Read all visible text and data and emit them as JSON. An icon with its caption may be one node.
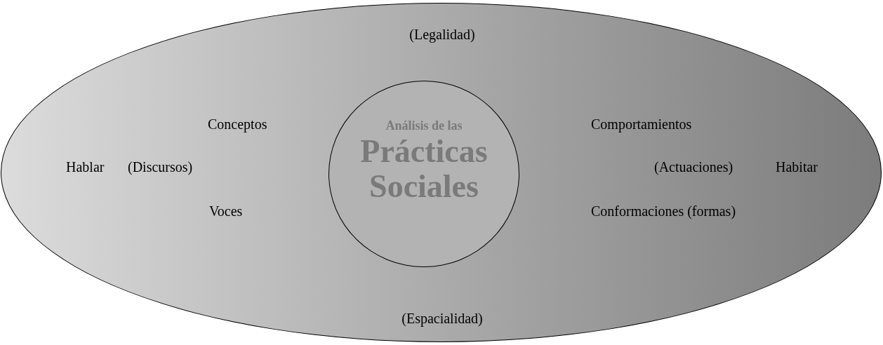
{
  "diagram": {
    "nodes": [
      {
        "text": [
          "(Legalidad)",
          "Conceptos",
          "Hablar",
          "(Discursos)",
          "Voces",
          "Comportamientos",
          "(Actuaciones)",
          "Habitar",
          "Conformaciones (formas)",
          "(Espacialidad)"
        ]
      },
      {
        "text": [
          "Análisis de las",
          "Prácticas Sociales"
        ],
        "in": 0
      }
    ],
    "edges": []
  }
}
